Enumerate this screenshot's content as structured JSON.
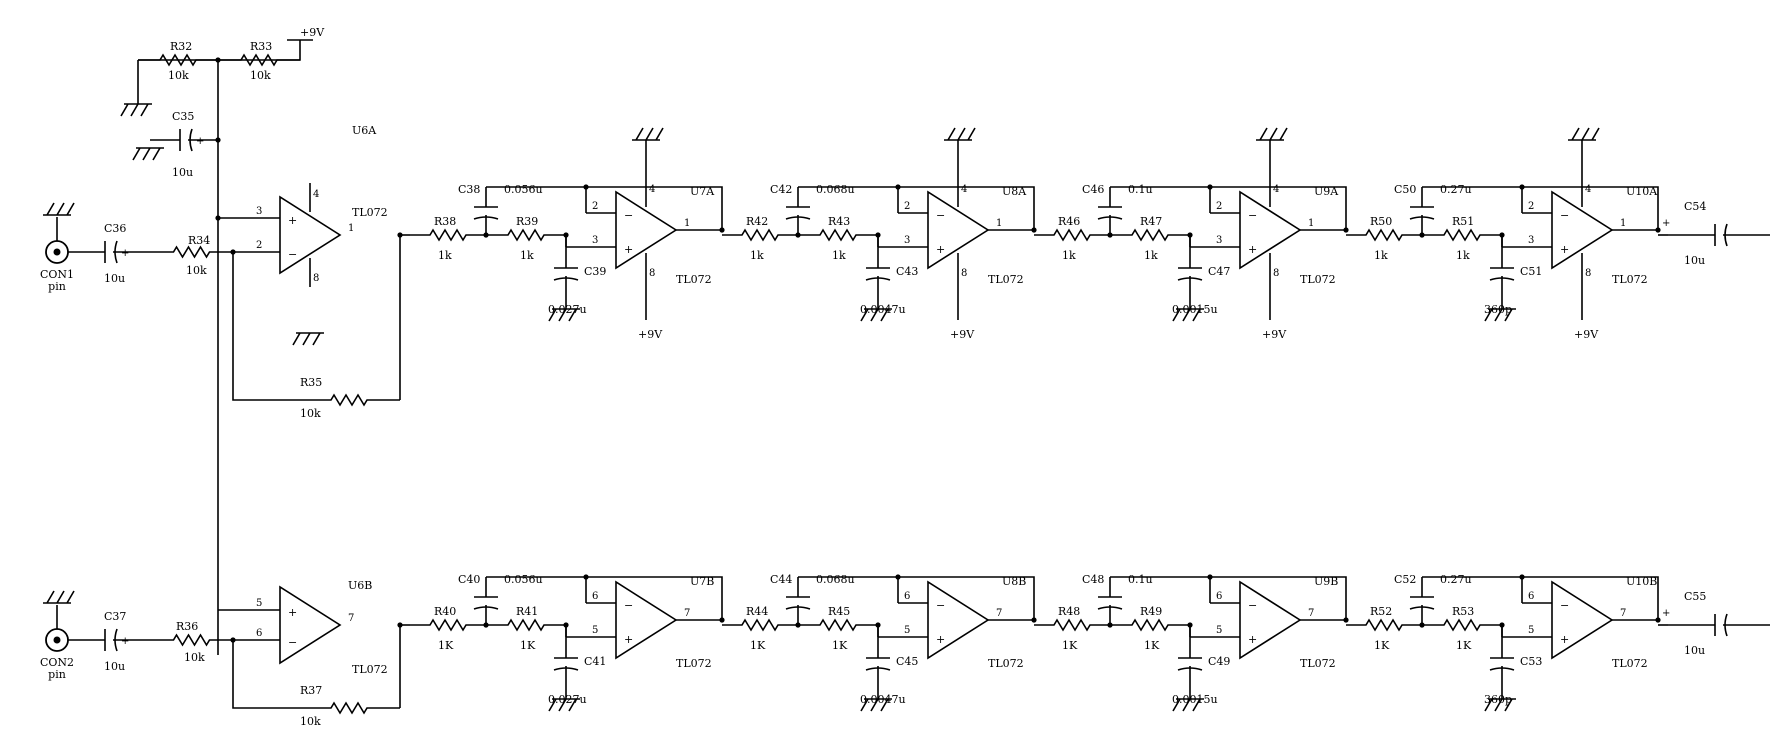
{
  "power": {
    "vplus": "+9V"
  },
  "connectors": [
    {
      "ref": "CON1",
      "sub": "pin"
    },
    {
      "ref": "CON2",
      "sub": "pin"
    }
  ],
  "resistors": {
    "R32": "10k",
    "R33": "10k",
    "R34": "10k",
    "R35": "10k",
    "R36": "10k",
    "R37": "10k",
    "R38": "1k",
    "R39": "1k",
    "R42": "1k",
    "R43": "1k",
    "R46": "1k",
    "R47": "1k",
    "R50": "1k",
    "R51": "1k",
    "R40": "1K",
    "R41": "1K",
    "R44": "1K",
    "R45": "1K",
    "R48": "1K",
    "R49": "1K",
    "R52": "1K",
    "R53": "1K"
  },
  "capacitors": {
    "C35": "10u",
    "C36": "10u",
    "C37": "10u",
    "C54": "10u",
    "C55": "10u",
    "C38": "0.056u",
    "C39": "0.027u",
    "C40": "0.056u",
    "C41": "0.027u",
    "C42": "0.068u",
    "C43": "0.0047u",
    "C44": "0.068u",
    "C45": "0.0047u",
    "C46": "0.1u",
    "C47": "0.0015u",
    "C48": "0.1u",
    "C49": "0.0015u",
    "C50": "0.27u",
    "C51": "360p",
    "C52": "0.27u",
    "C53": "360p"
  },
  "opamps": [
    {
      "ref": "U6A",
      "part": "TL072",
      "pins": [
        "3",
        "2",
        "1"
      ]
    },
    {
      "ref": "U7A",
      "part": "TL072",
      "pins": [
        "2",
        "3",
        "1"
      ]
    },
    {
      "ref": "U8A",
      "part": "TL072",
      "pins": [
        "2",
        "3",
        "1"
      ]
    },
    {
      "ref": "U9A",
      "part": "TL072",
      "pins": [
        "2",
        "3",
        "1"
      ]
    },
    {
      "ref": "U10A",
      "part": "TL072",
      "pins": [
        "2",
        "3",
        "1"
      ]
    },
    {
      "ref": "U6B",
      "part": "TL072",
      "pins": [
        "5",
        "6",
        "7"
      ]
    },
    {
      "ref": "U7B",
      "part": "TL072",
      "pins": [
        "6",
        "5",
        "7"
      ]
    },
    {
      "ref": "U8B",
      "part": "TL072",
      "pins": [
        "6",
        "5",
        "7"
      ]
    },
    {
      "ref": "U9B",
      "part": "TL072",
      "pins": [
        "6",
        "5",
        "7"
      ]
    },
    {
      "ref": "U10B",
      "part": "TL072",
      "pins": [
        "6",
        "5",
        "7"
      ]
    }
  ],
  "supply_pins": {
    "vcc": "8",
    "gnd": "4"
  }
}
